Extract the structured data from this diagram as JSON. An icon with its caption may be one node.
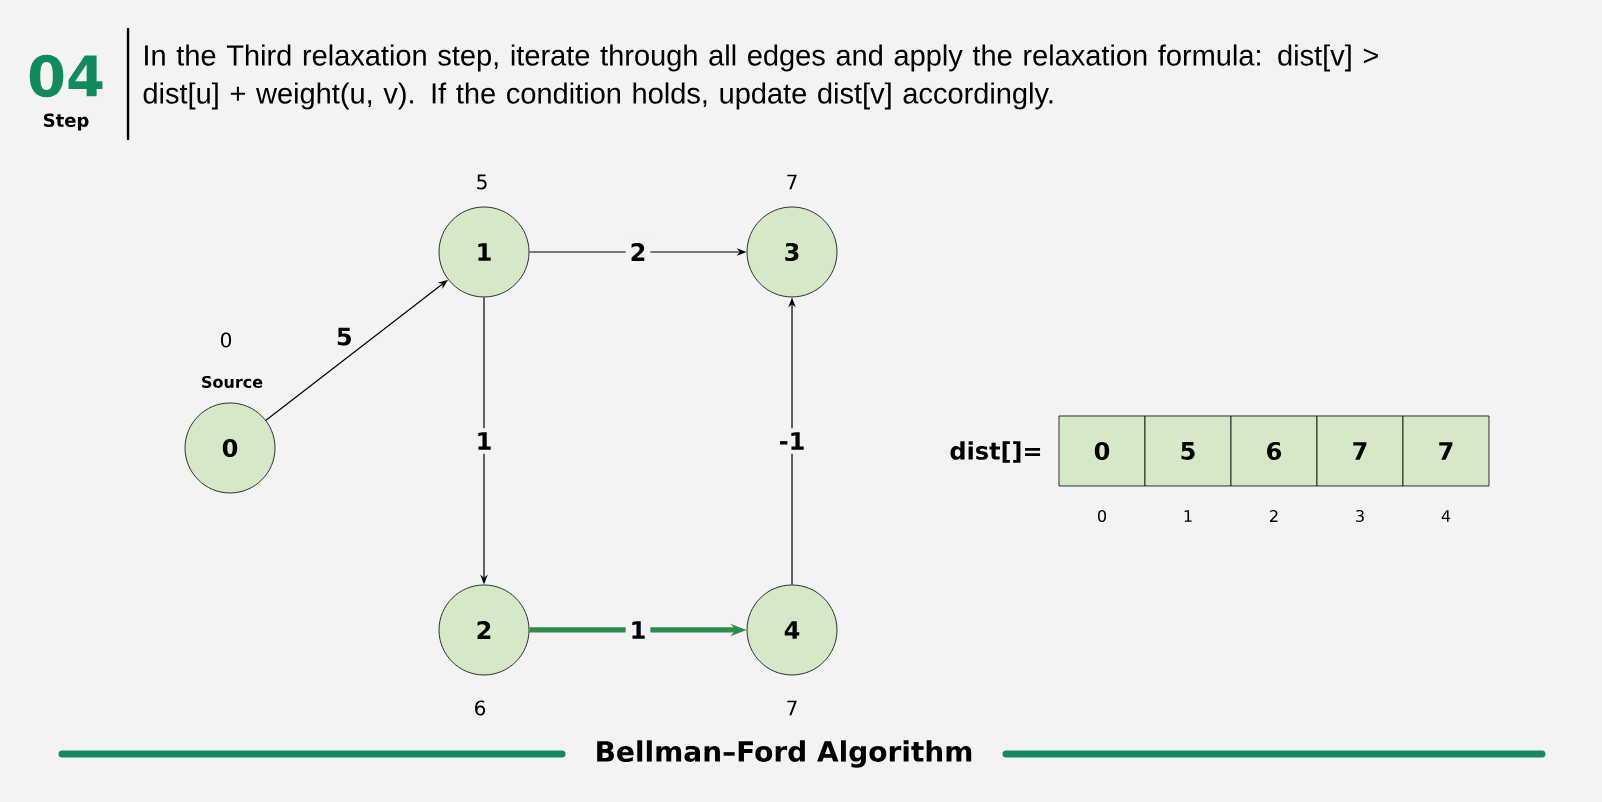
{
  "diagram": {
    "title": "In the Third relaxation step, iterate through all edges and apply the relaxation formula: dist[v] > dist[u] + weight(u, v). If the condition holds, update dist[v] accordingly.",
    "caption": "Bellman–Ford Algorithm",
    "nodes": [
      {
        "text": [
          "0"
        ],
        "beside": [
          "0",
          "Source"
        ]
      },
      {
        "text": [
          "1"
        ],
        "beside": [
          "5"
        ]
      },
      {
        "text": [
          "2"
        ],
        "beside": [
          "6"
        ]
      },
      {
        "text": [
          "3"
        ],
        "beside": [
          "7"
        ]
      },
      {
        "text": [
          "4"
        ],
        "beside": [
          "7"
        ]
      },
      {
        "text": [
          "0"
        ]
      },
      {
        "text": [
          "5"
        ]
      },
      {
        "text": [
          "6"
        ]
      },
      {
        "text": [
          "7"
        ]
      },
      {
        "text": [
          "7"
        ]
      }
    ],
    "edges": [
      {
        "from": 0,
        "to": 1,
        "arrow": "to",
        "label": "5"
      },
      {
        "from": 1,
        "to": 3,
        "arrow": "to",
        "label": "2"
      },
      {
        "from": 1,
        "to": 2,
        "arrow": "to",
        "label": "1"
      },
      {
        "from": 4,
        "to": 3,
        "arrow": "to",
        "label": "-1"
      },
      {
        "from": 2,
        "to": 4,
        "arrow": "to",
        "label": "1",
        "style": "thick",
        "color": "#2e8b4e"
      }
    ],
    "labels": [
      "04",
      "Step",
      "dist[]=",
      "0",
      "1",
      "2",
      "3",
      "4"
    ]
  }
}
